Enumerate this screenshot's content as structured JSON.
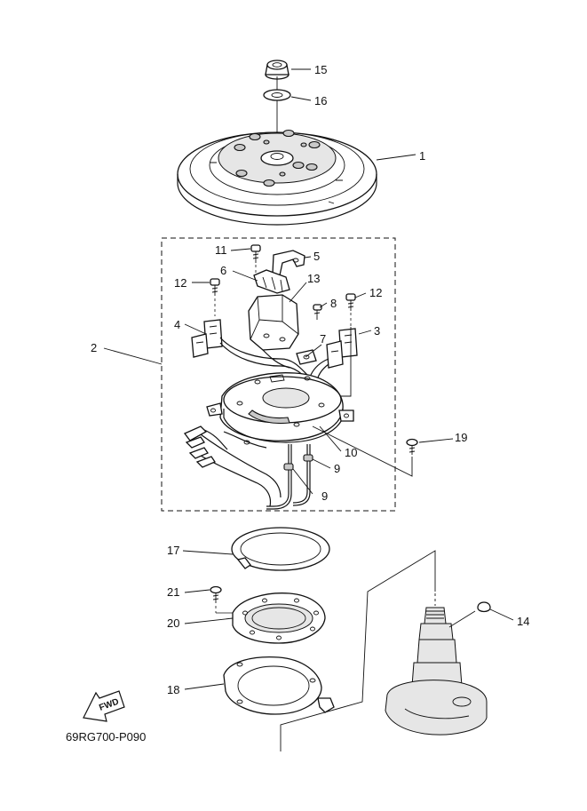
{
  "diagram": {
    "code": "69RG700-P090",
    "fwd_label": "FWD",
    "callouts": {
      "c1": "1",
      "c2": "2",
      "c3": "3",
      "c4": "4",
      "c5": "5",
      "c6": "6",
      "c7": "7",
      "c8": "8",
      "c9a": "9",
      "c9b": "9",
      "c10": "10",
      "c11": "11",
      "c12a": "12",
      "c12b": "12",
      "c13": "13",
      "c14": "14",
      "c15": "15",
      "c16": "16",
      "c17": "17",
      "c18": "18",
      "c19": "19",
      "c20": "20",
      "c21": "21"
    }
  }
}
